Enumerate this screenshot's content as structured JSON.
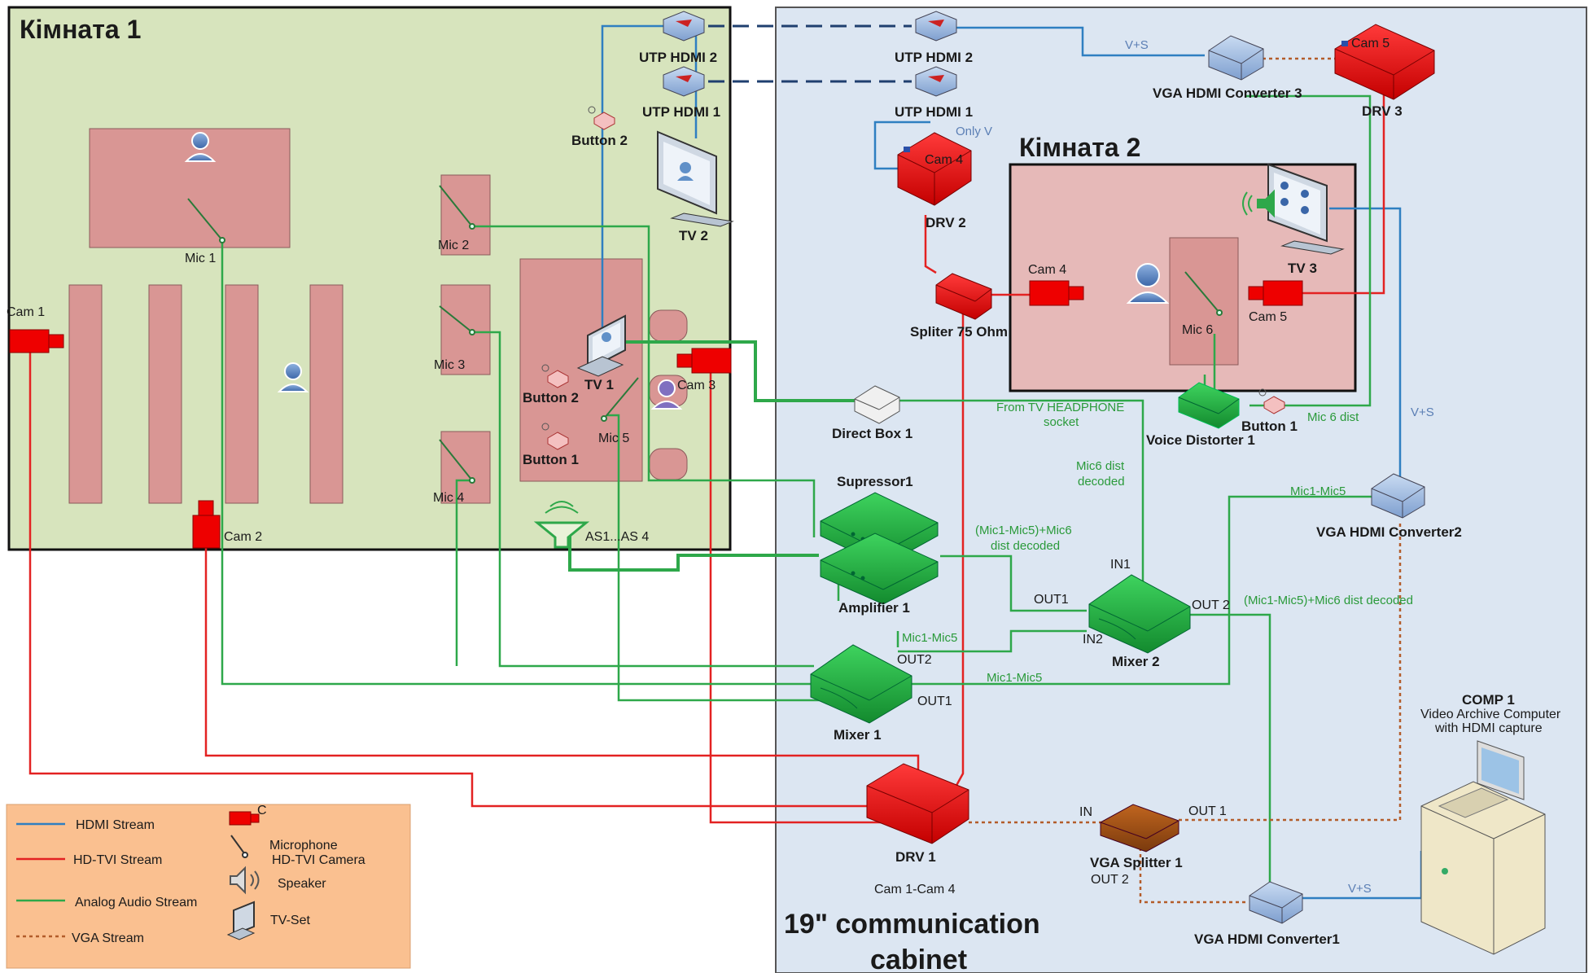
{
  "rooms": {
    "room1_title": "Кімната 1",
    "room2_title": "Кімната 2",
    "cabinet_title_line1": "19\" communication",
    "cabinet_title_line2": "cabinet"
  },
  "devices": {
    "utp_hdmi_2_left": "UTP HDMI 2",
    "utp_hdmi_1_left": "UTP HDMI 1",
    "utp_hdmi_2_right": "UTP HDMI 2",
    "utp_hdmi_1_right": "UTP HDMI 1",
    "vga_hdmi_conv3": "VGA HDMI Converter 3",
    "drv3": "DRV 3",
    "drv3_cam": "Cam 5",
    "drv2": "DRV 2",
    "drv2_cam": "Cam 4",
    "only_v": "Only V",
    "button2_top": "Button 2",
    "tv2": "TV 2",
    "tv3": "TV 3",
    "tv1": "TV 1",
    "mic1": "Mic 1",
    "mic2": "Mic 2",
    "mic3": "Mic 3",
    "mic4": "Mic 4",
    "mic5": "Mic 5",
    "mic6": "Mic 6",
    "cam1": "Cam 1",
    "cam2": "Cam 2",
    "cam3": "Cam 3",
    "cam4": "Cam 4",
    "cam5": "Cam 5",
    "button2_table": "Button 2",
    "button1_table": "Button 1",
    "button1_room2": "Button 1",
    "speakers": "AS1...AS 4",
    "splitter75": "Spliter 75 Ohm",
    "direct_box": "Direct Box 1",
    "voice_distorter": "Voice Distorter 1",
    "supressor": "Supressor1",
    "amplifier": "Amplifier 1",
    "mixer1": "Mixer 1",
    "mixer2": "Mixer 2",
    "mixer2_in1": "IN1",
    "mixer2_in2": "IN2",
    "mixer2_out1": "OUT1",
    "mixer2_out2": "OUT 2",
    "mixer1_out1": "OUT1",
    "mixer1_out2": "OUT2",
    "vga_hdmi_conv2": "VGA HDMI Converter2",
    "vga_hdmi_conv1": "VGA HDMI Converter1",
    "drv1": "DRV 1",
    "drv1_cams": "Cam 1-Cam 4",
    "vga_splitter": "VGA Splitter 1",
    "splitter_in": "IN",
    "splitter_out1": "OUT 1",
    "splitter_out2": "OUT 2",
    "comp_title": "COMP 1",
    "comp_desc1": "Video Archive Computer",
    "comp_desc2": "with HDMI capture"
  },
  "signals": {
    "vs_top": "V+S",
    "vs_right": "V+S",
    "vs_bottom": "V+S",
    "from_tv_1": "From TV HEADPHONE",
    "from_tv_2": "socket",
    "mic6_dist": "Mic 6 dist",
    "mic6_dist_decoded_1": "Mic6 dist",
    "mic6_dist_decoded_2": "decoded",
    "mic1_5_mic6_a1": "(Mic1-Mic5)+Mic6",
    "mic1_5_mic6_a2": "dist decoded",
    "mic1_5_mic6_b": "(Mic1-Mic5)+Mic6 dist decoded",
    "mic1_mic5_a": "Mic1-Mic5",
    "mic1_mic5_b": "Mic1-Mic5",
    "mic1_mic5_c": "Mic1-Mic5"
  },
  "legend": {
    "hdmi": "HDMI Stream",
    "hdtvi": "HD-TVI Stream",
    "audio": "Analog Audio Stream",
    "vga": "VGA Stream",
    "microphone": "Microphone",
    "camera": "HD-TVI Camera",
    "speaker": "Speaker",
    "tvset": "TV-Set",
    "cam_c": "C"
  },
  "colors": {
    "room1": "#d7e4bd",
    "cabinet": "#dce6f2",
    "desk": "#d99694",
    "legend": "#fac090",
    "hdmi": "#2f7fc1",
    "hdtvi": "#e32222",
    "audio": "#2ea84a",
    "vga": "#b35c2a"
  }
}
